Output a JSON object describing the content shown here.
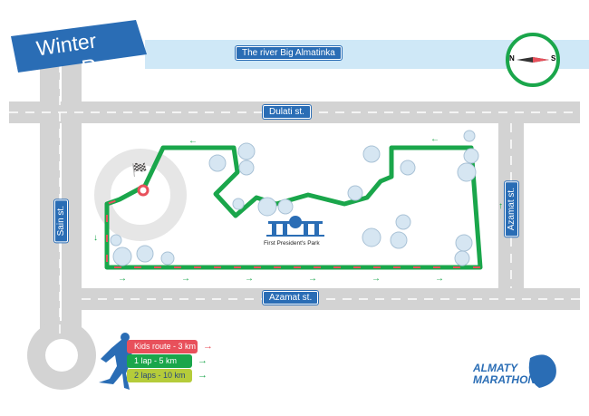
{
  "title": {
    "line1": "Winter",
    "line2": "Race"
  },
  "river": "The river Big Almatinka",
  "compass": {
    "north": "N",
    "south": "S"
  },
  "streets": {
    "top": "Dulati st.",
    "bottom": "Azamat st.",
    "left": "Sain st.",
    "right": "Azamat st."
  },
  "park": "First President's Park",
  "legend": [
    {
      "label": "Kids route - 3 km",
      "color": "#e8505b"
    },
    {
      "label": "1 lap - 5 km",
      "color": "#1aa64b"
    },
    {
      "label": "2 laps - 10 km",
      "color": "#b5cc3a"
    }
  ],
  "logo": {
    "line1": "ALMATY",
    "line2": "MARATHON"
  },
  "colors": {
    "route": "#1aa64b",
    "kids": "#e8505b",
    "road": "#d3d3d3",
    "brand": "#2a6db5",
    "river": "#cfe8f7"
  }
}
